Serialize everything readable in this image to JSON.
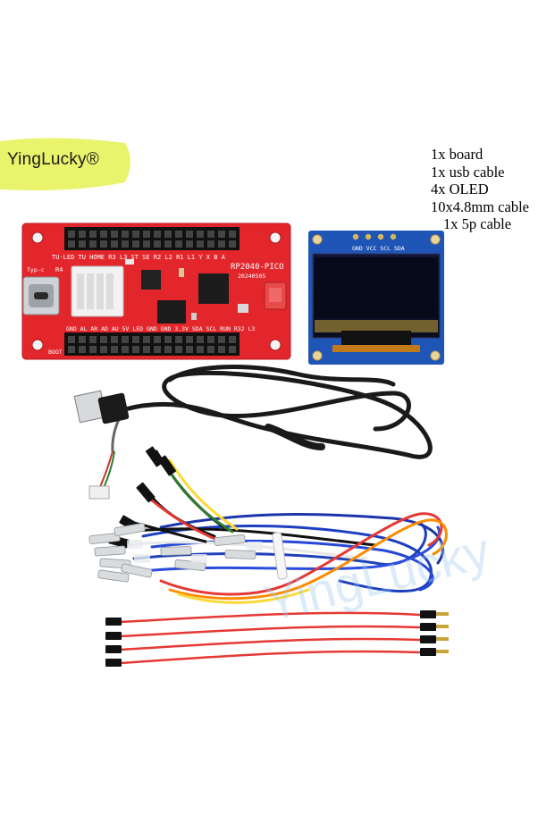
{
  "brand": {
    "name": "YingLucky®",
    "accent": "#e9f36b"
  },
  "package_contents": [
    {
      "label": "1x board"
    },
    {
      "label": "1x usb cable"
    },
    {
      "label": "4x OLED"
    },
    {
      "label": "10x4.8mm cable"
    },
    {
      "label": "1x 5p cable"
    }
  ],
  "board": {
    "color": "#e3262b",
    "top_labels": "TU-LED TU HOME R3 L3 ST SE R2 L2 R1 L1 Y X B A",
    "model": "RP2040-PICO",
    "date_code": "20240505",
    "port_label": "Typ-c",
    "r4_label": "R4",
    "bottom_labels": "GND AL AR AD AU 5V LED GND GND 3.3V SDA SCL RUN R32 L3",
    "boot_label": "BOOT"
  },
  "oled": {
    "pin_labels": "GND VCC SCL SDA",
    "pcb_color": "#1f55b7"
  },
  "watermark": "YingLucky"
}
